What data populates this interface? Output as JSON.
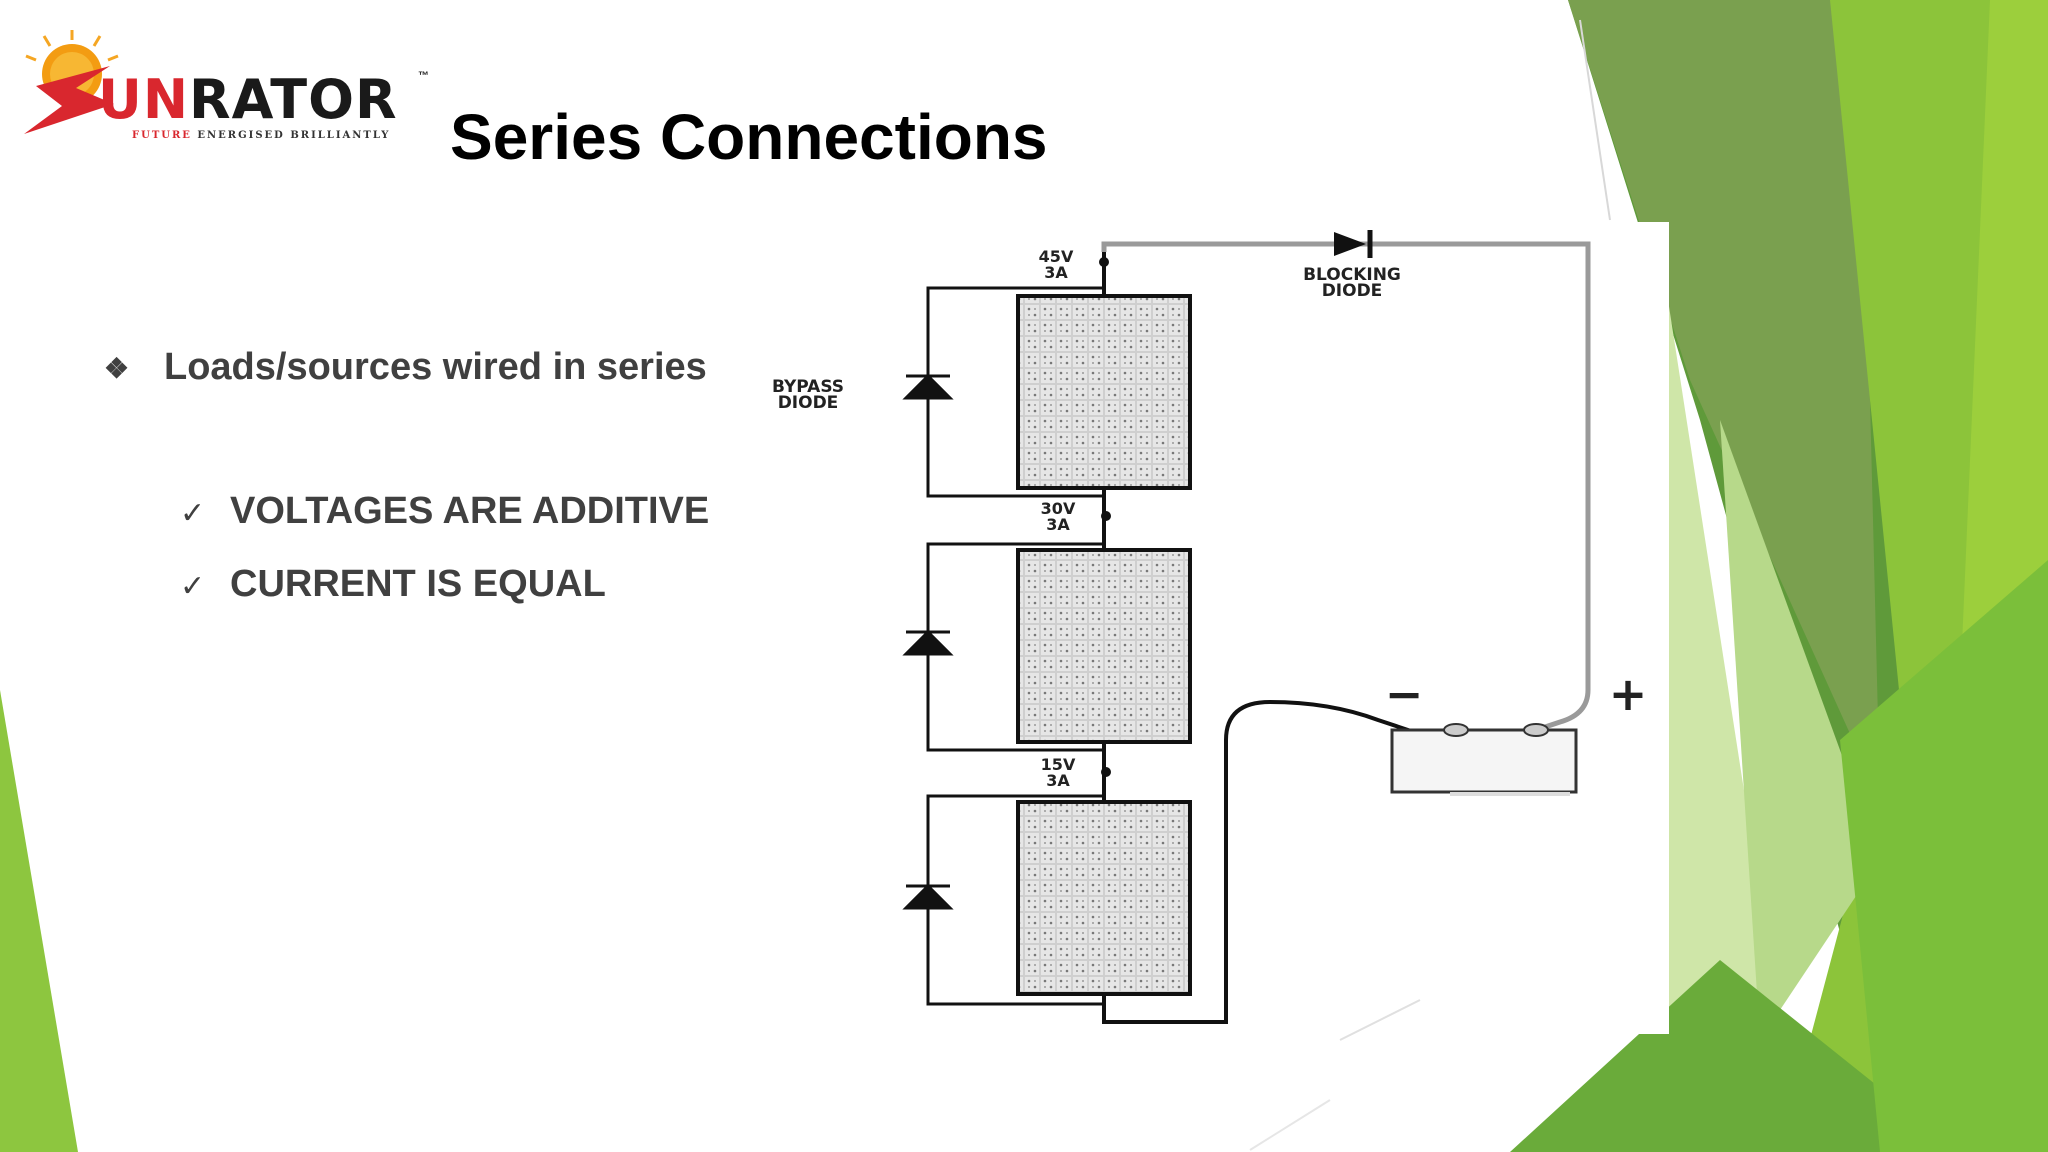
{
  "slide": {
    "title": "Series Connections",
    "bullet": "Loads/sources wired in series",
    "subpoints": [
      "VOLTAGES ARE ADDITIVE",
      "CURRENT IS EQUAL"
    ]
  },
  "logo": {
    "brand_red": "UN",
    "brand_dark": "RATOR",
    "tm": "™",
    "tagline_red": "FUTURE",
    "tagline_dark": "ENERGISED BRILLIANTLY"
  },
  "diagram": {
    "top_label": [
      "45V",
      "3A"
    ],
    "mid_label": [
      "30V",
      "3A"
    ],
    "low_label": [
      "15V",
      "3A"
    ],
    "bypass_label": [
      "BYPASS",
      "DIODE"
    ],
    "blocking_label": [
      "BLOCKING",
      "DIODE"
    ],
    "minus": "−",
    "plus": "+"
  },
  "colors": {
    "green_dark": "#5b8f2e",
    "green_mid": "#7cb342",
    "green_light": "#9fcc3b",
    "green_pale": "#cfe6a8",
    "brand_red": "#d9272e"
  }
}
